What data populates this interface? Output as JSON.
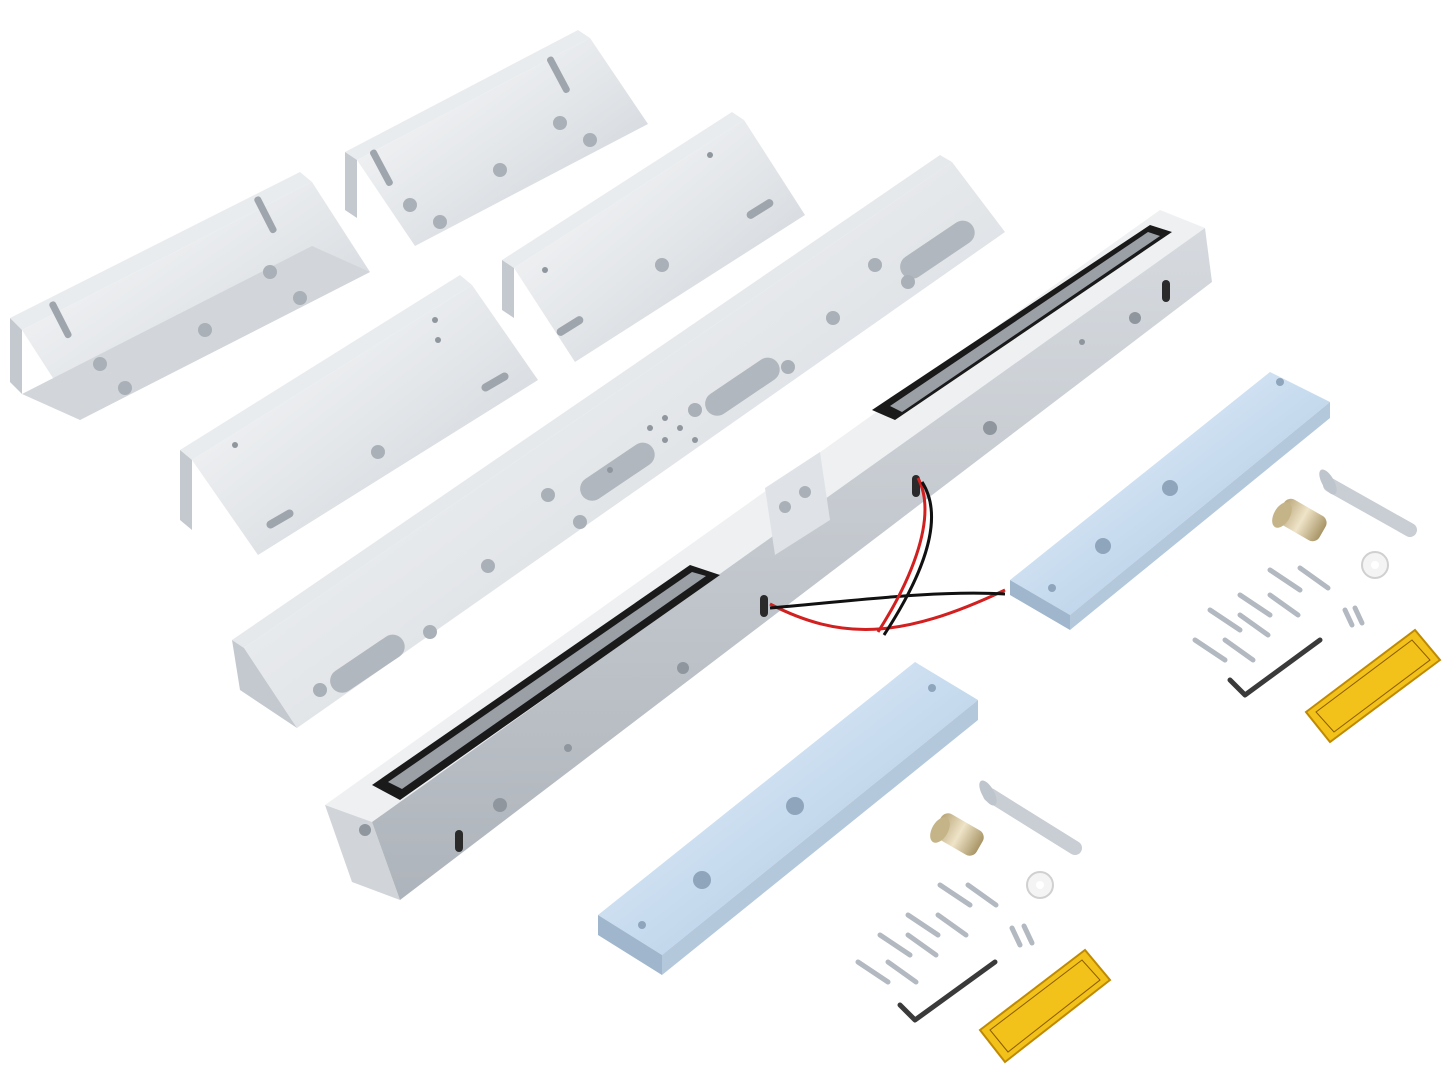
{
  "image": {
    "background": "#ffffff",
    "subject": "electromagnetic-door-lock-kit"
  },
  "colors": {
    "aluminum_light": "#f1f2f4",
    "aluminum_mid": "#d9dde2",
    "aluminum_dark": "#b5bbc2",
    "magnet_black": "#141414",
    "magnet_core": "#9aa0a6",
    "zinc_plate": "#cfe0f0",
    "zinc_plate_dark": "#9fb6cc",
    "wire_red": "#d21f1f",
    "wire_black": "#111111",
    "sticker_yellow": "#f2c21a",
    "brass": "#d8c7a0"
  },
  "components": {
    "l_brackets": 4,
    "zl_mounting_plate": 1,
    "double_magnetic_lock": 1,
    "armature_plates": 2,
    "hardware_sets": 2
  }
}
